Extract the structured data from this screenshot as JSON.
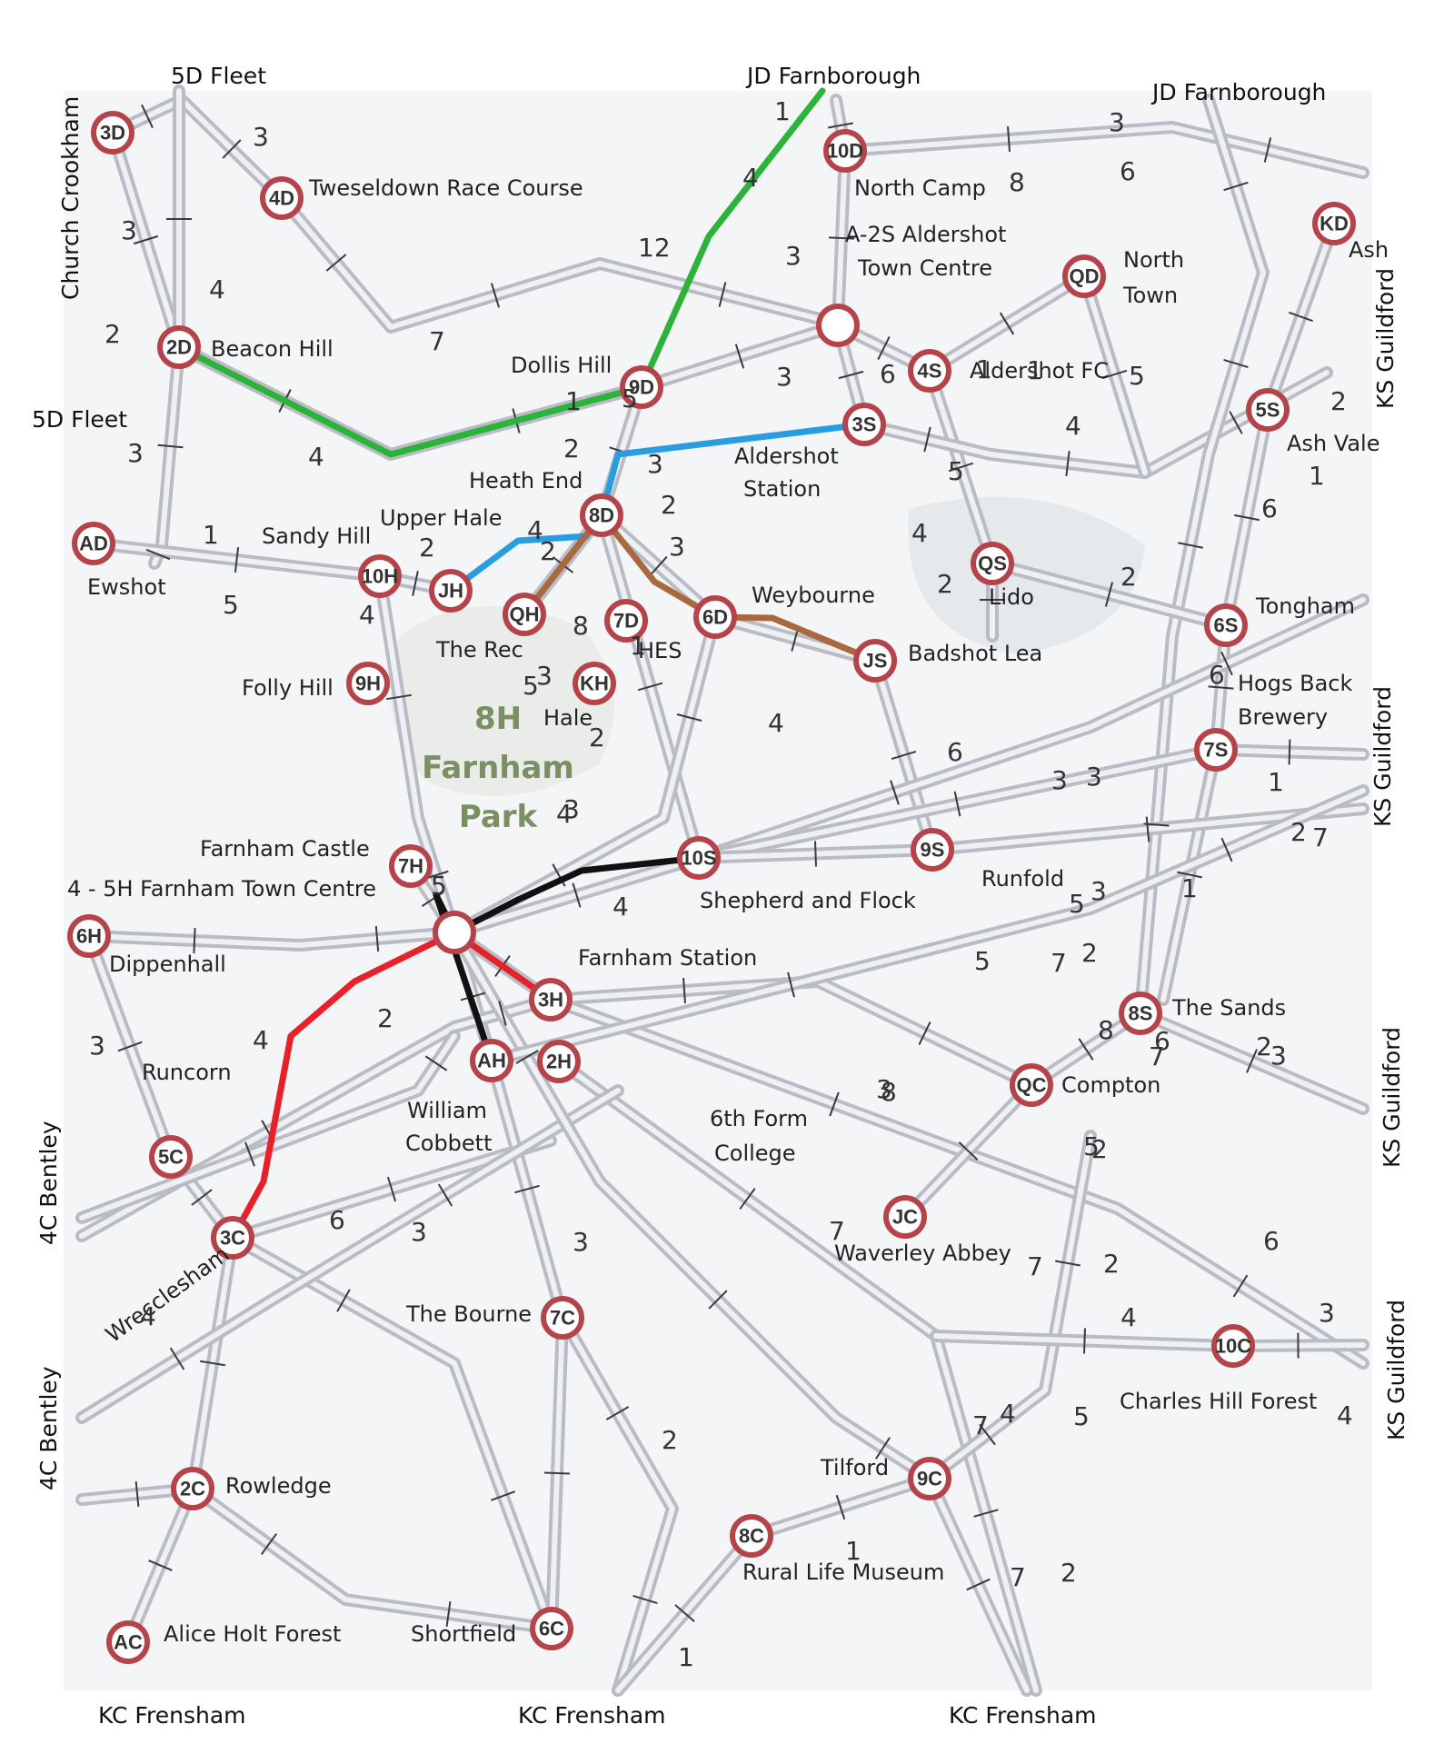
{
  "map": {
    "park": {
      "lines": [
        "8H",
        "Farnham",
        "Park"
      ]
    },
    "route_colors": {
      "green": "#2bb33a",
      "blue": "#2a9de0",
      "brown": "#a8693f",
      "black": "#111111",
      "red": "#e8202a"
    },
    "nodes": [
      {
        "code": "3D"
      },
      {
        "code": "4D"
      },
      {
        "code": "2D"
      },
      {
        "code": "AD"
      },
      {
        "code": "10H"
      },
      {
        "code": "JH"
      },
      {
        "code": "QH"
      },
      {
        "code": "9H"
      },
      {
        "code": "7H"
      },
      {
        "code": "6H"
      },
      {
        "code": "9D"
      },
      {
        "code": "8D"
      },
      {
        "code": "7D"
      },
      {
        "code": "6D"
      },
      {
        "code": "KH"
      },
      {
        "code": "10D"
      },
      {
        "code": ""
      },
      {
        "code": "4S"
      },
      {
        "code": "3S"
      },
      {
        "code": "QD"
      },
      {
        "code": "KD"
      },
      {
        "code": "5S"
      },
      {
        "code": "QS"
      },
      {
        "code": "6S"
      },
      {
        "code": "JS"
      },
      {
        "code": "7S"
      },
      {
        "code": "10S"
      },
      {
        "code": "9S"
      },
      {
        "code": "8S"
      },
      {
        "code": "QC"
      },
      {
        "code": "3H"
      },
      {
        "code": "AH"
      },
      {
        "code": "2H"
      },
      {
        "code": ""
      },
      {
        "code": "5C"
      },
      {
        "code": "3C"
      },
      {
        "code": "JC"
      },
      {
        "code": "7C"
      },
      {
        "code": "10C"
      },
      {
        "code": "2C"
      },
      {
        "code": "8C"
      },
      {
        "code": "9C"
      },
      {
        "code": "AC"
      },
      {
        "code": "6C"
      }
    ],
    "places": [
      "Tweseldown Race Course",
      "Beacon Hill",
      "Ewshot",
      "Sandy Hill",
      "Upper Hale",
      "Heath End",
      "Dollis Hill",
      "The Rec",
      "Folly Hill",
      "HES",
      "Hale",
      "Weybourne",
      "North Camp",
      "A-2S Aldershot",
      "Town Centre",
      "North",
      "Town",
      "Aldershot FC",
      "Aldershot",
      "Station",
      "Ash",
      "Ash Vale",
      "Lido",
      "Tongham",
      "Badshot Lea",
      "Hogs Back",
      "Brewery",
      "Shepherd and Flock",
      "Runfold",
      "Farnham Castle",
      "4 - 5H Farnham Town Centre",
      "Farnham Station",
      "Dippenhall",
      "Runcorn",
      "William",
      "Cobbett",
      "6th Form",
      "College",
      "The Sands",
      "Compton",
      "Waverley Abbey",
      "Wrecclesham",
      "The Bourne",
      "Charles Hill Forest",
      "Rowledge",
      "Tilford",
      "Rural Life Museum",
      "Alice Holt Forest",
      "Shortfield"
    ],
    "exits": [
      "5D Fleet",
      "JD Farnborough",
      "JD Farnborough",
      "Church Crookham",
      "5D Fleet",
      "KS Guildford",
      "KS Guildford",
      "KS Guildford",
      "KS Guildford",
      "4C Bentley",
      "4C Bentley",
      "KC Frensham",
      "KC Frensham",
      "KC Frensham"
    ],
    "edge_labels": [
      "1",
      "3",
      "3",
      "4",
      "2",
      "4",
      "12",
      "7",
      "4",
      "3",
      "3",
      "6",
      "8",
      "3",
      "6",
      "1",
      "1",
      "5",
      "1",
      "2",
      "5",
      "3",
      "5",
      "4",
      "2",
      "1",
      "6",
      "3",
      "1",
      "2",
      "2",
      "5",
      "4",
      "4",
      "8",
      "1",
      "2",
      "3",
      "5",
      "3",
      "2",
      "4",
      "3",
      "4",
      "2",
      "2",
      "6",
      "4",
      "5",
      "4",
      "3",
      "3",
      "5",
      "7",
      "6",
      "1",
      "1",
      "2",
      "3",
      "7",
      "8",
      "7",
      "3",
      "2",
      "2",
      "3",
      "2",
      "6",
      "5",
      "2",
      "3",
      "4",
      "5",
      "8",
      "3",
      "7",
      "6",
      "3",
      "7",
      "4",
      "2",
      "6",
      "4",
      "5",
      "7",
      "3",
      "4",
      "4",
      "7",
      "2",
      "2",
      "1",
      "1"
    ]
  }
}
